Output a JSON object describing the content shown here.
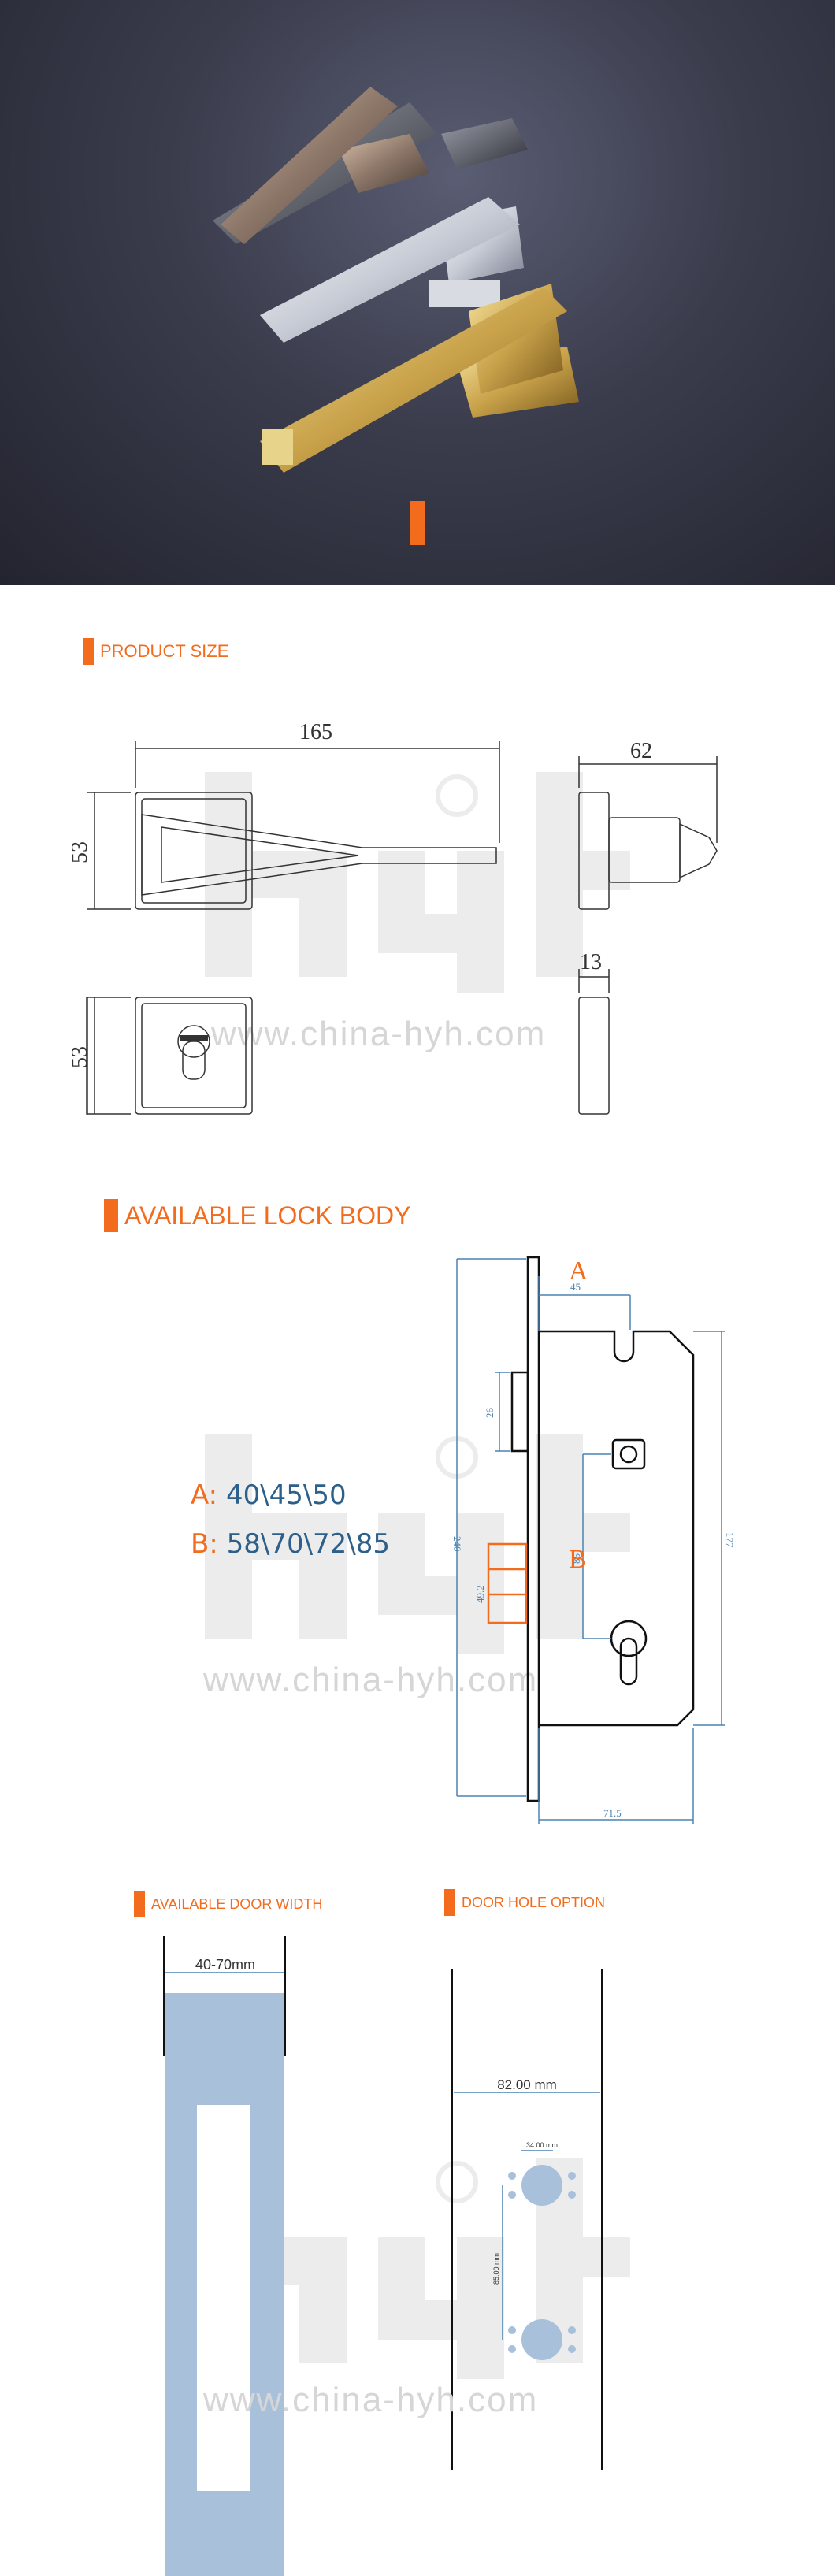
{
  "hero": {
    "marker_color": "#f36c1e"
  },
  "brand": {
    "watermark_logo": "hyh",
    "watermark_url": "www.china-hyh.com"
  },
  "product_size": {
    "label": "PRODUCT SIZE",
    "dim_width": "165",
    "dim_height_top": "53",
    "dim_height_bottom": "53",
    "dim_side_depth": "62",
    "dim_plate_thickness": "13"
  },
  "lock_body": {
    "label": "AVAILABLE LOCK BODY",
    "option_a_key": "A:",
    "option_a_values": "40\\45\\50",
    "option_b_key": "B:",
    "option_b_values": "58\\70\\72\\85",
    "marker_a": "A",
    "marker_b": "B",
    "dim_45": "45",
    "dim_26": "26",
    "dim_240": "240",
    "dim_85": "85",
    "dim_49_2": "49.2",
    "dim_177": "177",
    "dim_71_5": "71.5"
  },
  "door_width": {
    "label": "AVAILABLE DOOR WIDTH",
    "range": "40-70mm"
  },
  "door_hole": {
    "label": "DOOR HOLE OPTION",
    "width": "82.00 mm",
    "hole_dia": "34.00 mm",
    "spacing": "85.00 mm"
  },
  "colors": {
    "accent": "#f36c1e",
    "dim_blue": "#4a84b4",
    "door_blue": "#a8c0da"
  }
}
